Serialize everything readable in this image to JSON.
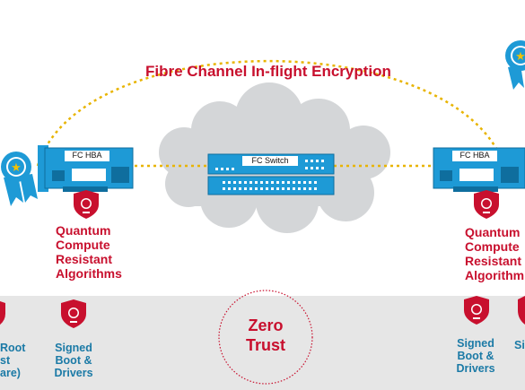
{
  "diagram": {
    "title": "Fibre Channel In-flight Encryption",
    "left_hba_label": "FC HBA",
    "right_hba_label": "FC HBA",
    "switch_label": "FC Switch",
    "quantum_left": [
      "Quantum",
      "Compute",
      "Resistant",
      "Algorithms"
    ],
    "quantum_right": [
      "Quantum",
      "Compute",
      "Resistant",
      "Algorithm"
    ],
    "zero_trust": [
      "Zero",
      "Trust"
    ],
    "left_edge_text": [
      "Root",
      "st",
      "are)"
    ],
    "signed_left": [
      "Signed",
      "Boot &",
      "Drivers"
    ],
    "signed_right": [
      "Signed",
      "Boot &",
      "Drivers"
    ],
    "right_edge_text": "Si"
  },
  "colors": {
    "red": "#c8102e",
    "blue": "#1e9ad6",
    "text_blue": "#1b7aa6",
    "band_gray": "#e6e6e6",
    "dots": "#e8b400",
    "cloud": "#d4d6d8"
  }
}
